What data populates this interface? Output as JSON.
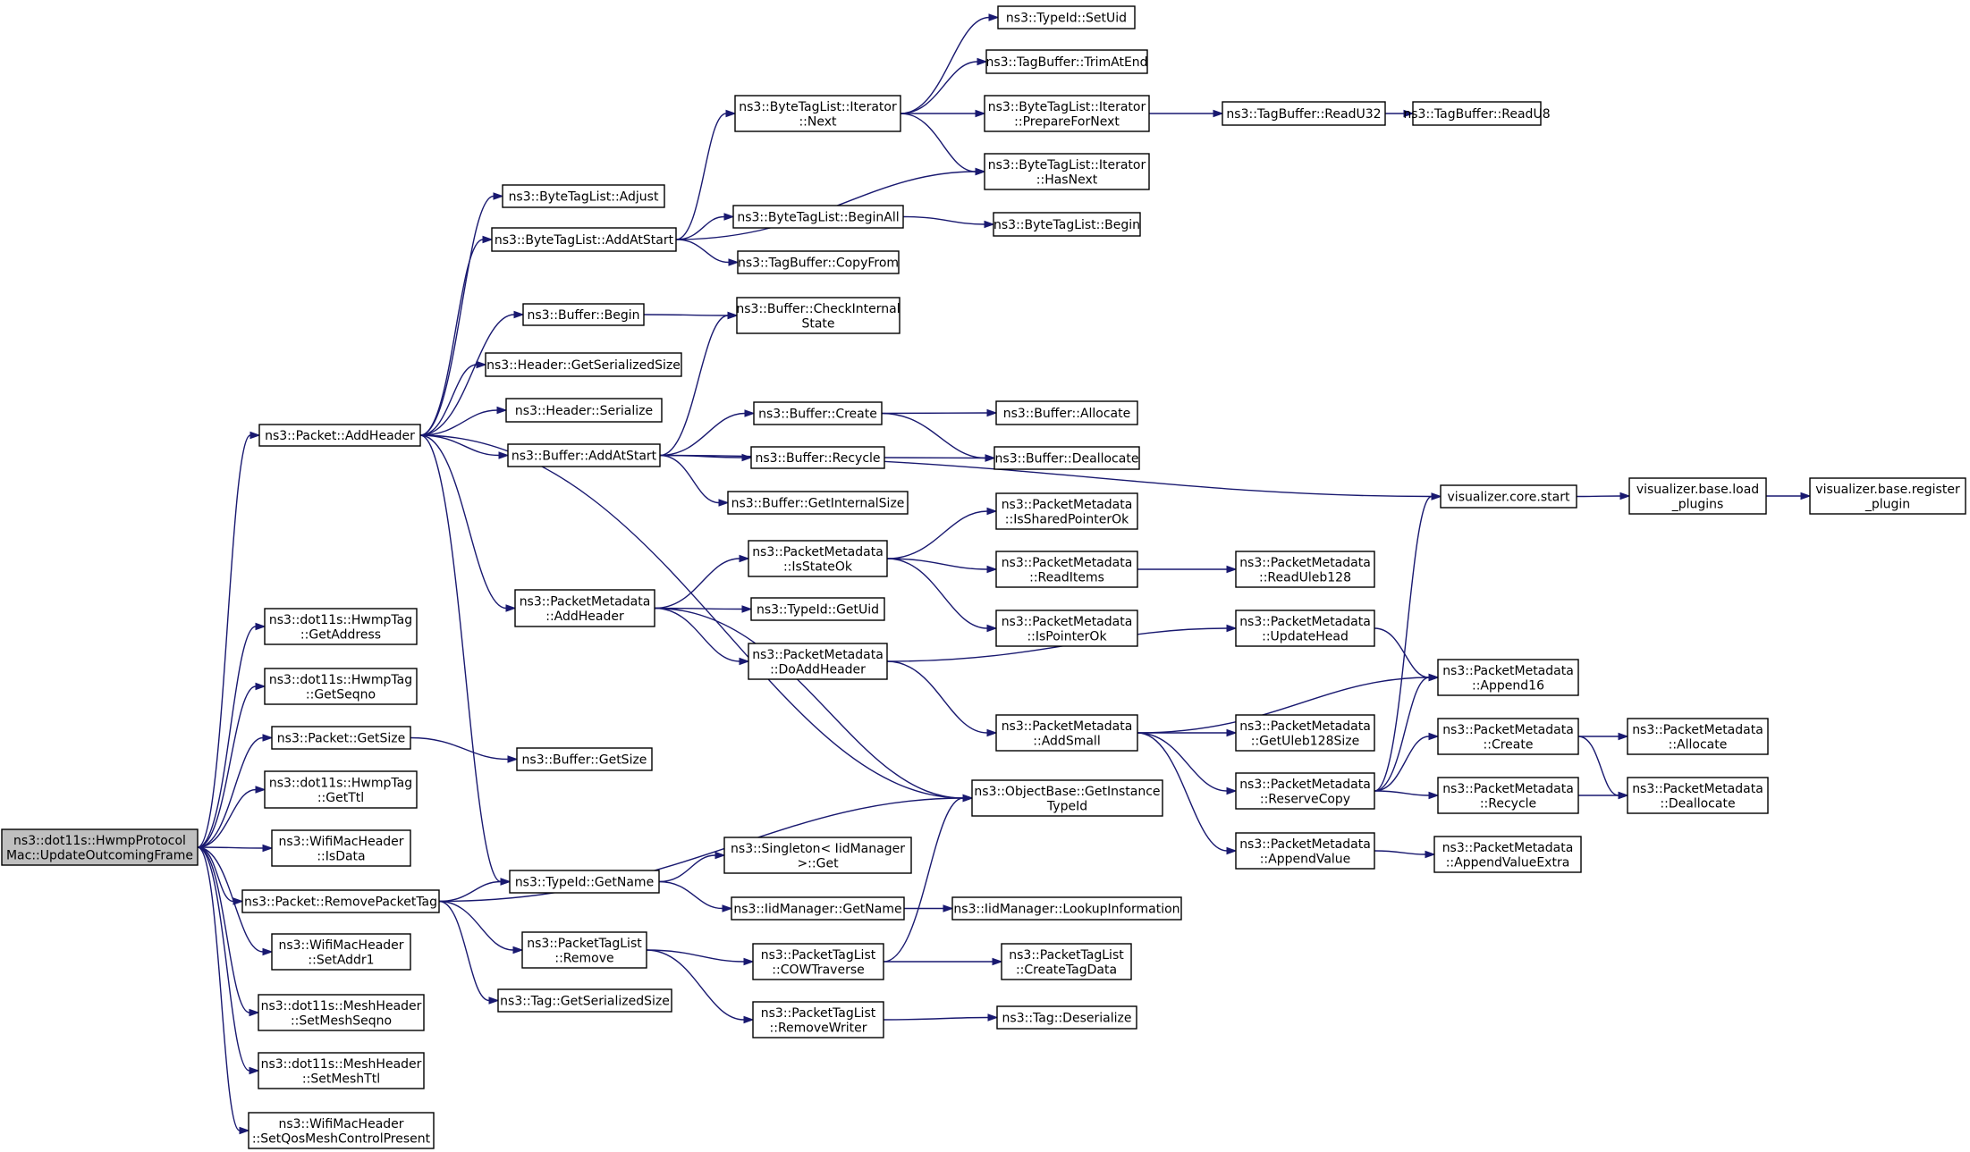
{
  "diagram": {
    "title": "",
    "colors": {
      "edge": "#191970",
      "root_fill": "#bfbfbf",
      "node_fill": "#ffffff",
      "node_border": "#000000"
    },
    "nodes": [
      {
        "id": "root",
        "lines": [
          "ns3::dot11s::HwmpProtocol",
          "Mac::UpdateOutcomingFrame"
        ]
      },
      {
        "id": "pAddHeader",
        "lines": [
          "ns3::Packet::AddHeader"
        ]
      },
      {
        "id": "hwGetAddress",
        "lines": [
          "ns3::dot11s::HwmpTag",
          "::GetAddress"
        ]
      },
      {
        "id": "hwGetSeqno",
        "lines": [
          "ns3::dot11s::HwmpTag",
          "::GetSeqno"
        ]
      },
      {
        "id": "pGetSize",
        "lines": [
          "ns3::Packet::GetSize"
        ]
      },
      {
        "id": "hwGetTtl",
        "lines": [
          "ns3::dot11s::HwmpTag",
          "::GetTtl"
        ]
      },
      {
        "id": "wmIsData",
        "lines": [
          "ns3::WifiMacHeader",
          "::IsData"
        ]
      },
      {
        "id": "pRemovePacketTag",
        "lines": [
          "ns3::Packet::RemovePacketTag"
        ]
      },
      {
        "id": "wmSetAddr1",
        "lines": [
          "ns3::WifiMacHeader",
          "::SetAddr1"
        ]
      },
      {
        "id": "mhSetMeshSeqno",
        "lines": [
          "ns3::dot11s::MeshHeader",
          "::SetMeshSeqno"
        ]
      },
      {
        "id": "mhSetMeshTtl",
        "lines": [
          "ns3::dot11s::MeshHeader",
          "::SetMeshTtl"
        ]
      },
      {
        "id": "wmSetQos",
        "lines": [
          "ns3::WifiMacHeader",
          "::SetQosMeshControlPresent"
        ]
      },
      {
        "id": "btlAdjust",
        "lines": [
          "ns3::ByteTagList::Adjust"
        ]
      },
      {
        "id": "btlAddAtStart",
        "lines": [
          "ns3::ByteTagList::AddAtStart"
        ]
      },
      {
        "id": "bufBegin",
        "lines": [
          "ns3::Buffer::Begin"
        ]
      },
      {
        "id": "hdrGetSerSize",
        "lines": [
          "ns3::Header::GetSerializedSize"
        ]
      },
      {
        "id": "hdrSerialize",
        "lines": [
          "ns3::Header::Serialize"
        ]
      },
      {
        "id": "bufAddAtStart",
        "lines": [
          "ns3::Buffer::AddAtStart"
        ]
      },
      {
        "id": "pmAddHeader",
        "lines": [
          "ns3::PacketMetadata",
          "::AddHeader"
        ]
      },
      {
        "id": "bufGetSize",
        "lines": [
          "ns3::Buffer::GetSize"
        ]
      },
      {
        "id": "tidGetName",
        "lines": [
          "ns3::TypeId::GetName"
        ]
      },
      {
        "id": "ptlRemove",
        "lines": [
          "ns3::PacketTagList",
          "::Remove"
        ]
      },
      {
        "id": "tagGetSerSize",
        "lines": [
          "ns3::Tag::GetSerializedSize"
        ]
      },
      {
        "id": "btlItNext",
        "lines": [
          "ns3::ByteTagList::Iterator",
          "::Next"
        ]
      },
      {
        "id": "btlBeginAll",
        "lines": [
          "ns3::ByteTagList::BeginAll"
        ]
      },
      {
        "id": "tbCopyFrom",
        "lines": [
          "ns3::TagBuffer::CopyFrom"
        ]
      },
      {
        "id": "bufCheckInternal",
        "lines": [
          "ns3::Buffer::CheckInternal",
          "State"
        ]
      },
      {
        "id": "bufCreate",
        "lines": [
          "ns3::Buffer::Create"
        ]
      },
      {
        "id": "bufRecycle",
        "lines": [
          "ns3::Buffer::Recycle"
        ]
      },
      {
        "id": "bufGetInternalSize",
        "lines": [
          "ns3::Buffer::GetInternalSize"
        ]
      },
      {
        "id": "pmIsStateOk",
        "lines": [
          "ns3::PacketMetadata",
          "::IsStateOk"
        ]
      },
      {
        "id": "tidGetUid",
        "lines": [
          "ns3::TypeId::GetUid"
        ]
      },
      {
        "id": "pmDoAddHeader",
        "lines": [
          "ns3::PacketMetadata",
          "::DoAddHeader"
        ]
      },
      {
        "id": "singletonGet",
        "lines": [
          "ns3::Singleton< IidManager",
          ">::Get"
        ]
      },
      {
        "id": "iidGetName",
        "lines": [
          "ns3::IidManager::GetName"
        ]
      },
      {
        "id": "ptlCOW",
        "lines": [
          "ns3::PacketTagList",
          "::COWTraverse"
        ]
      },
      {
        "id": "ptlRemoveWriter",
        "lines": [
          "ns3::PacketTagList",
          "::RemoveWriter"
        ]
      },
      {
        "id": "tidSetUid",
        "lines": [
          "ns3::TypeId::SetUid"
        ]
      },
      {
        "id": "tbTrimAtEnd",
        "lines": [
          "ns3::TagBuffer::TrimAtEnd"
        ]
      },
      {
        "id": "btlItPrepare",
        "lines": [
          "ns3::ByteTagList::Iterator",
          "::PrepareForNext"
        ]
      },
      {
        "id": "btlItHasNext",
        "lines": [
          "ns3::ByteTagList::Iterator",
          "::HasNext"
        ]
      },
      {
        "id": "btlBegin",
        "lines": [
          "ns3::ByteTagList::Begin"
        ]
      },
      {
        "id": "bufAllocate",
        "lines": [
          "ns3::Buffer::Allocate"
        ]
      },
      {
        "id": "bufDeallocate",
        "lines": [
          "ns3::Buffer::Deallocate"
        ]
      },
      {
        "id": "pmIsShared",
        "lines": [
          "ns3::PacketMetadata",
          "::IsSharedPointerOk"
        ]
      },
      {
        "id": "pmReadItems",
        "lines": [
          "ns3::PacketMetadata",
          "::ReadItems"
        ]
      },
      {
        "id": "pmIsPointerOk",
        "lines": [
          "ns3::PacketMetadata",
          "::IsPointerOk"
        ]
      },
      {
        "id": "pmAddSmall",
        "lines": [
          "ns3::PacketMetadata",
          "::AddSmall"
        ]
      },
      {
        "id": "obGetInstance",
        "lines": [
          "ns3::ObjectBase::GetInstance",
          "TypeId"
        ]
      },
      {
        "id": "iidLookup",
        "lines": [
          "ns3::IidManager::LookupInformation"
        ]
      },
      {
        "id": "ptlCreateTagData",
        "lines": [
          "ns3::PacketTagList",
          "::CreateTagData"
        ]
      },
      {
        "id": "tagDeserialize",
        "lines": [
          "ns3::Tag::Deserialize"
        ]
      },
      {
        "id": "tbReadU32",
        "lines": [
          "ns3::TagBuffer::ReadU32"
        ]
      },
      {
        "id": "tbReadU8",
        "lines": [
          "ns3::TagBuffer::ReadU8"
        ]
      },
      {
        "id": "pmReadUleb",
        "lines": [
          "ns3::PacketMetadata",
          "::ReadUleb128"
        ]
      },
      {
        "id": "pmUpdateHead",
        "lines": [
          "ns3::PacketMetadata",
          "::UpdateHead"
        ]
      },
      {
        "id": "pmGetUleb",
        "lines": [
          "ns3::PacketMetadata",
          "::GetUleb128Size"
        ]
      },
      {
        "id": "pmReserveCopy",
        "lines": [
          "ns3::PacketMetadata",
          "::ReserveCopy"
        ]
      },
      {
        "id": "pmAppendValue",
        "lines": [
          "ns3::PacketMetadata",
          "::AppendValue"
        ]
      },
      {
        "id": "vizCoreStart",
        "lines": [
          "visualizer.core.start"
        ]
      },
      {
        "id": "pmAppend16",
        "lines": [
          "ns3::PacketMetadata",
          "::Append16"
        ]
      },
      {
        "id": "pmCreate",
        "lines": [
          "ns3::PacketMetadata",
          "::Create"
        ]
      },
      {
        "id": "pmRecycle",
        "lines": [
          "ns3::PacketMetadata",
          "::Recycle"
        ]
      },
      {
        "id": "pmAppendValueExtra",
        "lines": [
          "ns3::PacketMetadata",
          "::AppendValueExtra"
        ]
      },
      {
        "id": "vizBaseLoad",
        "lines": [
          "visualizer.base.load",
          "_plugins"
        ]
      },
      {
        "id": "pmAllocate",
        "lines": [
          "ns3::PacketMetadata",
          "::Allocate"
        ]
      },
      {
        "id": "pmDeallocate",
        "lines": [
          "ns3::PacketMetadata",
          "::Deallocate"
        ]
      },
      {
        "id": "vizBaseRegister",
        "lines": [
          "visualizer.base.register",
          "_plugin"
        ]
      }
    ],
    "edges": [
      [
        "root",
        "pAddHeader"
      ],
      [
        "root",
        "hwGetAddress"
      ],
      [
        "root",
        "hwGetSeqno"
      ],
      [
        "root",
        "pGetSize"
      ],
      [
        "root",
        "hwGetTtl"
      ],
      [
        "root",
        "wmIsData"
      ],
      [
        "root",
        "pRemovePacketTag"
      ],
      [
        "root",
        "wmSetAddr1"
      ],
      [
        "root",
        "mhSetMeshSeqno"
      ],
      [
        "root",
        "mhSetMeshTtl"
      ],
      [
        "root",
        "wmSetQos"
      ],
      [
        "pAddHeader",
        "btlAdjust"
      ],
      [
        "pAddHeader",
        "btlAddAtStart"
      ],
      [
        "pAddHeader",
        "bufBegin"
      ],
      [
        "pAddHeader",
        "hdrGetSerSize"
      ],
      [
        "pAddHeader",
        "hdrSerialize"
      ],
      [
        "pAddHeader",
        "bufAddAtStart"
      ],
      [
        "pAddHeader",
        "pmAddHeader"
      ],
      [
        "pAddHeader",
        "obGetInstance"
      ],
      [
        "pAddHeader",
        "tidGetName"
      ],
      [
        "pGetSize",
        "bufGetSize"
      ],
      [
        "pRemovePacketTag",
        "obGetInstance"
      ],
      [
        "pRemovePacketTag",
        "tidGetName"
      ],
      [
        "pRemovePacketTag",
        "ptlRemove"
      ],
      [
        "pRemovePacketTag",
        "tagGetSerSize"
      ],
      [
        "btlAddAtStart",
        "btlItNext"
      ],
      [
        "btlAddAtStart",
        "btlItHasNext"
      ],
      [
        "btlAddAtStart",
        "btlBeginAll"
      ],
      [
        "btlAddAtStart",
        "tbCopyFrom"
      ],
      [
        "bufBegin",
        "bufCheckInternal"
      ],
      [
        "bufAddAtStart",
        "bufCheckInternal"
      ],
      [
        "bufAddAtStart",
        "vizCoreStart"
      ],
      [
        "bufAddAtStart",
        "bufCreate"
      ],
      [
        "bufAddAtStart",
        "bufRecycle"
      ],
      [
        "bufAddAtStart",
        "bufGetInternalSize"
      ],
      [
        "pmAddHeader",
        "pmIsStateOk"
      ],
      [
        "pmAddHeader",
        "tidGetUid"
      ],
      [
        "pmAddHeader",
        "pmDoAddHeader"
      ],
      [
        "pmAddHeader",
        "obGetInstance"
      ],
      [
        "tidGetName",
        "singletonGet"
      ],
      [
        "tidGetName",
        "iidGetName"
      ],
      [
        "ptlRemove",
        "ptlCOW"
      ],
      [
        "ptlRemove",
        "ptlRemoveWriter"
      ],
      [
        "btlItNext",
        "tidSetUid"
      ],
      [
        "btlItNext",
        "tbTrimAtEnd"
      ],
      [
        "btlItNext",
        "btlItPrepare"
      ],
      [
        "btlItNext",
        "btlItHasNext"
      ],
      [
        "btlBeginAll",
        "btlBegin"
      ],
      [
        "bufCreate",
        "bufAllocate"
      ],
      [
        "bufCreate",
        "bufDeallocate"
      ],
      [
        "bufRecycle",
        "bufDeallocate"
      ],
      [
        "pmIsStateOk",
        "pmIsShared"
      ],
      [
        "pmIsStateOk",
        "pmReadItems"
      ],
      [
        "pmIsStateOk",
        "pmIsPointerOk"
      ],
      [
        "pmDoAddHeader",
        "pmUpdateHead"
      ],
      [
        "pmDoAddHeader",
        "pmAddSmall"
      ],
      [
        "iidGetName",
        "iidLookup"
      ],
      [
        "ptlCOW",
        "obGetInstance"
      ],
      [
        "ptlCOW",
        "ptlCreateTagData"
      ],
      [
        "ptlRemoveWriter",
        "tagDeserialize"
      ],
      [
        "btlItPrepare",
        "tbReadU32"
      ],
      [
        "tbReadU32",
        "tbReadU8"
      ],
      [
        "pmReadItems",
        "pmReadUleb"
      ],
      [
        "pmUpdateHead",
        "pmAppend16"
      ],
      [
        "pmAddSmall",
        "pmAppend16"
      ],
      [
        "pmAddSmall",
        "pmGetUleb"
      ],
      [
        "pmAddSmall",
        "pmReserveCopy"
      ],
      [
        "pmAddSmall",
        "pmAppendValue"
      ],
      [
        "pmReserveCopy",
        "vizCoreStart"
      ],
      [
        "pmReserveCopy",
        "pmAppend16"
      ],
      [
        "pmReserveCopy",
        "pmCreate"
      ],
      [
        "pmReserveCopy",
        "pmRecycle"
      ],
      [
        "pmAppendValue",
        "pmAppendValueExtra"
      ],
      [
        "vizCoreStart",
        "vizBaseLoad"
      ],
      [
        "vizBaseLoad",
        "vizBaseRegister"
      ],
      [
        "pmCreate",
        "pmAllocate"
      ],
      [
        "pmCreate",
        "pmDeallocate"
      ],
      [
        "pmRecycle",
        "pmDeallocate"
      ]
    ]
  }
}
